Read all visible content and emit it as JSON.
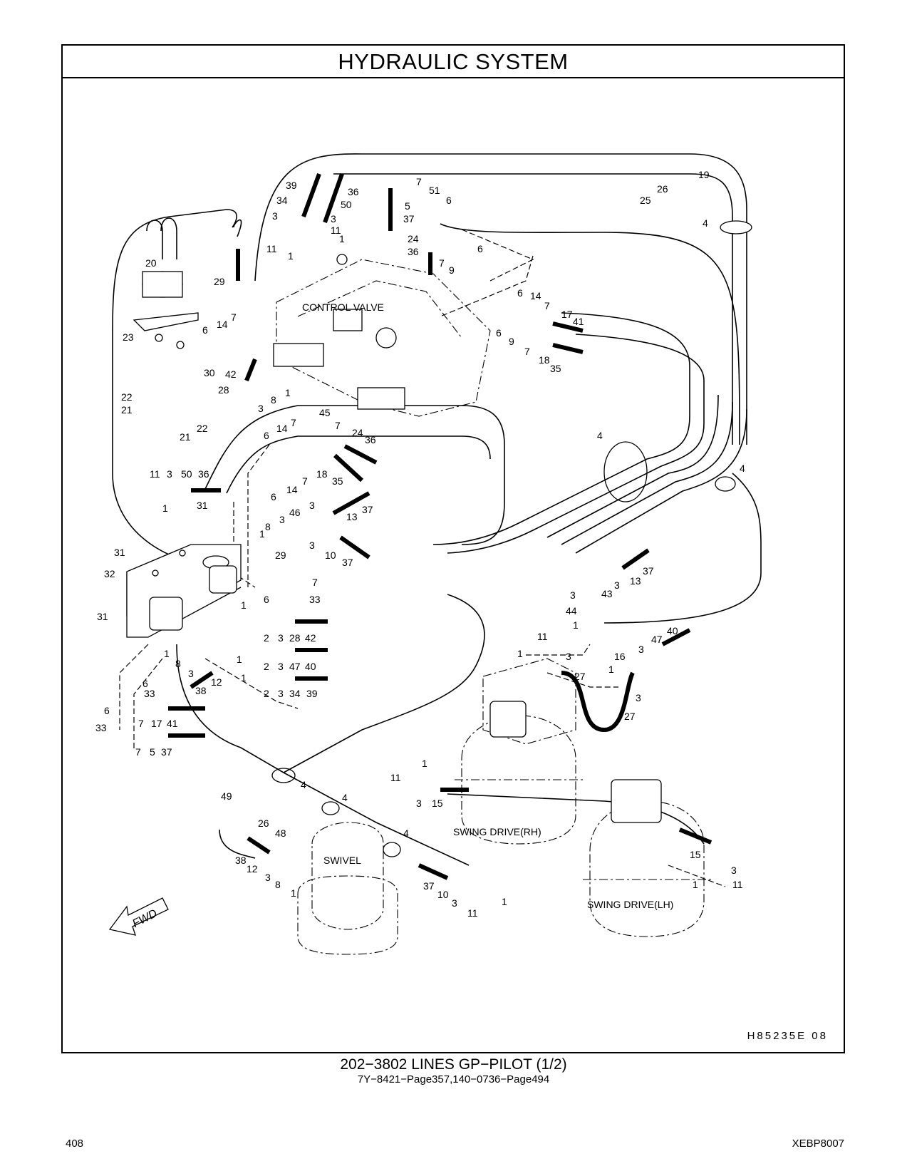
{
  "header": {
    "title": "HYDRAULIC   SYSTEM"
  },
  "diagram": {
    "callouts": {
      "c1": "39",
      "c2": "34",
      "c3": "3",
      "c4": "11",
      "c5": "1",
      "c6": "36",
      "c7": "50",
      "c8": "3",
      "c9": "11",
      "c10": "1",
      "c11": "7",
      "c12": "51",
      "c13": "5",
      "c14": "6",
      "c15": "37",
      "c16": "24",
      "c17": "36",
      "c18": "7",
      "c19": "9",
      "c20": "6",
      "c21": "19",
      "c22": "26",
      "c23": "25",
      "c24": "4",
      "c25": "20",
      "c26": "29",
      "c27": "7",
      "c28": "14",
      "c29": "6",
      "c30": "23",
      "c31": "30",
      "c32": "22",
      "c33": "21",
      "c34": "21",
      "c35": "22",
      "c36": "42",
      "c37": "28",
      "c38": "8",
      "c39": "1",
      "c40": "3",
      "c41": "6",
      "c42": "14",
      "c43": "7",
      "c44": "17",
      "c45": "41",
      "c46": "6",
      "c47": "9",
      "c48": "7",
      "c49": "18",
      "c50": "35",
      "c51": "45",
      "c52": "7",
      "c53": "14",
      "c54": "7",
      "c55": "6",
      "c56": "24",
      "c57": "36",
      "c58": "4",
      "c59": "18",
      "c60": "35",
      "c61": "6",
      "c62": "14",
      "c63": "7",
      "c64": "4",
      "c65": "11",
      "c66": "3",
      "c67": "50",
      "c68": "36",
      "c69": "1",
      "c70": "31",
      "c71": "46",
      "c72": "3",
      "c73": "8",
      "c74": "3",
      "c75": "1",
      "c76": "13",
      "c77": "37",
      "c78": "3",
      "c79": "10",
      "c80": "37",
      "c81": "29",
      "c82": "7",
      "c83": "6",
      "c84": "33",
      "c85": "31",
      "c86": "32",
      "c87": "31",
      "c88": "1",
      "c89": "2",
      "c90": "3",
      "c91": "28",
      "c92": "42",
      "c93": "1",
      "c94": "8",
      "c95": "1",
      "c96": "2",
      "c97": "3",
      "c98": "47",
      "c99": "40",
      "c100": "3",
      "c101": "12",
      "c102": "38",
      "c103": "1",
      "c104": "2",
      "c105": "3",
      "c106": "34",
      "c107": "39",
      "c108": "6",
      "c109": "33",
      "c110": "6",
      "c111": "7",
      "c112": "17",
      "c113": "41",
      "c114": "33",
      "c115": "7",
      "c116": "5",
      "c117": "37",
      "c118": "37",
      "c119": "13",
      "c120": "3",
      "c121": "43",
      "c122": "3",
      "c123": "44",
      "c124": "1",
      "c125": "11",
      "c126": "1",
      "c127": "3",
      "c128": "47",
      "c129": "40",
      "c130": "3",
      "c131": "16",
      "c132": "1",
      "c133": "27",
      "c134": "3",
      "c135": "27",
      "c136": "4",
      "c137": "1",
      "c138": "11",
      "c139": "3",
      "c140": "15",
      "c141": "49",
      "c142": "26",
      "c143": "48",
      "c144": "4",
      "c145": "4",
      "c146": "15",
      "c147": "3",
      "c148": "1",
      "c149": "11",
      "c150": "38",
      "c151": "12",
      "c152": "3",
      "c153": "8",
      "c154": "1",
      "c155": "37",
      "c156": "10",
      "c157": "3",
      "c158": "11",
      "c159": "1"
    },
    "component_labels": {
      "control_valve": "CONTROL VALVE",
      "swing_drive_rh": "SWING DRIVE(RH)",
      "swing_drive_lh": "SWING DRIVE(LH)",
      "swivel": "SWIVEL",
      "fwd": "FWD"
    },
    "drawing_code": "H85235E  08"
  },
  "footer": {
    "title": "202−3802   LINES  GP−PILOT (1/2)",
    "subtitle": "7Y−8421−Page357,140−0736−Page494",
    "page_number": "408",
    "doc_code": "XEBP8007"
  }
}
